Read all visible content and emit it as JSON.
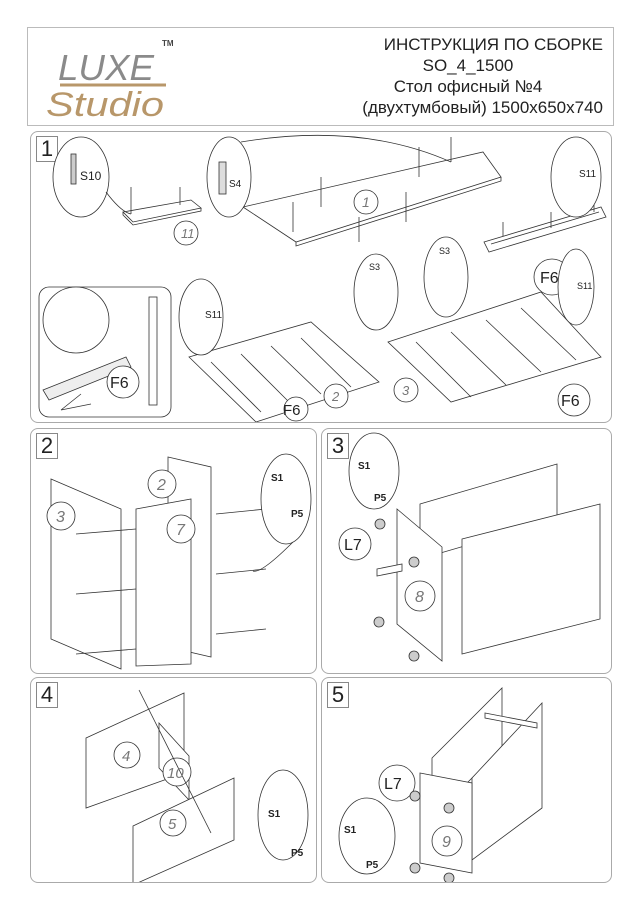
{
  "header": {
    "brand_top": "LUXE",
    "brand_bottom": "Studio",
    "brand_tm": "TM",
    "title_line1": "ИНСТРУКЦИЯ ПО СБОРКЕ",
    "title_line2": "SO_4_1500",
    "title_line3": "Стол офисный №4",
    "title_line4": "(двухтумбовый) 1500x650x740"
  },
  "colors": {
    "brand_gray": "#8a8a8a",
    "brand_gold": "#b8976a",
    "line": "#333333",
    "border": "#aaaaaa"
  },
  "steps": [
    {
      "number": "1",
      "parts": [
        "11",
        "1",
        "2",
        "3"
      ],
      "fasteners": [
        "S10",
        "S4",
        "S11",
        "S3",
        "S3",
        "S11",
        "S11"
      ],
      "fittings": [
        "F6",
        "F6",
        "F6",
        "F6"
      ]
    },
    {
      "number": "2",
      "parts": [
        "3",
        "2",
        "7"
      ],
      "fasteners": [
        "S1",
        "P5"
      ]
    },
    {
      "number": "3",
      "parts": [
        "8"
      ],
      "fasteners": [
        "S1",
        "P5"
      ],
      "fittings": [
        "L7"
      ]
    },
    {
      "number": "4",
      "parts": [
        "4",
        "10",
        "5"
      ],
      "fasteners": [
        "S1",
        "P5"
      ]
    },
    {
      "number": "5",
      "parts": [
        "9"
      ],
      "fasteners": [
        "S1",
        "P5"
      ],
      "fittings": [
        "L7"
      ]
    }
  ]
}
